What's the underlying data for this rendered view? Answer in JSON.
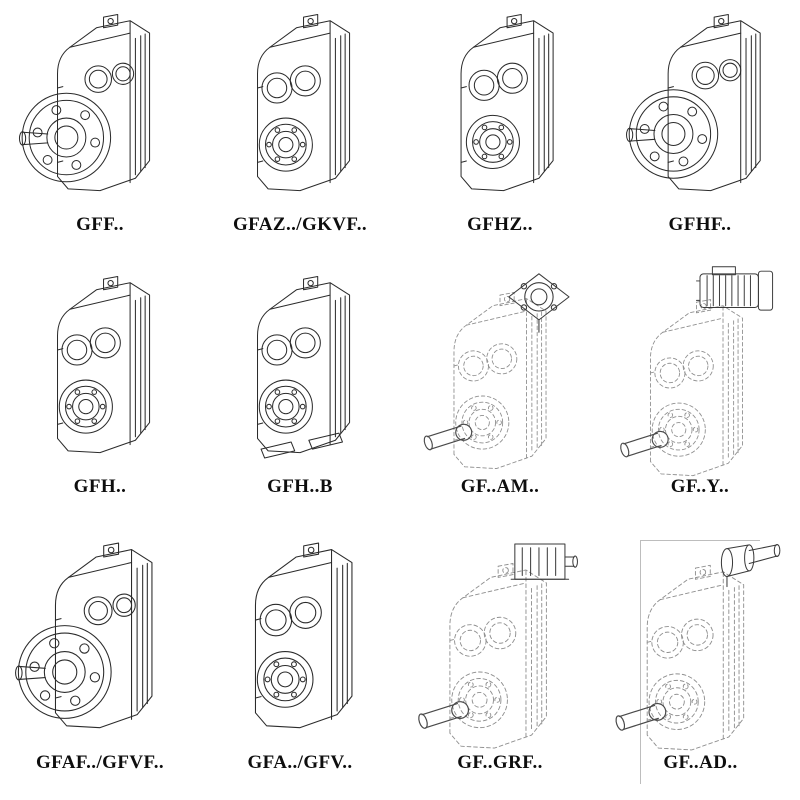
{
  "page": {
    "background": "#ffffff"
  },
  "catalog": {
    "columns": 4,
    "rows": 3,
    "line_colors": {
      "solid": "#2b2b2b",
      "phantom": "#8f8f8f",
      "attachment": "#3a3a3a"
    },
    "items": [
      {
        "label": "GFF..",
        "variant": "flange-output-solid"
      },
      {
        "label": "GFAZ../GKVF..",
        "variant": "hollow-shaft-solid"
      },
      {
        "label": "GFHZ..",
        "variant": "hollow-shaft-solid"
      },
      {
        "label": "GFHF..",
        "variant": "flange-output-solid"
      },
      {
        "label": "GFH..",
        "variant": "hollow-shaft-solid"
      },
      {
        "label": "GFH..B",
        "variant": "hollow-shaft-foot-mounted"
      },
      {
        "label": "GF..AM..",
        "variant": "phantom-with-iec-adapter-flange"
      },
      {
        "label": "GF..Y..",
        "variant": "phantom-with-mounted-motor"
      },
      {
        "label": "GFAF../GFVF..",
        "variant": "flange-output-solid"
      },
      {
        "label": "GFA../GFV..",
        "variant": "hollow-shaft-solid"
      },
      {
        "label": "GF..GRF..",
        "variant": "phantom-with-gear-adapter"
      },
      {
        "label": "GF..AD..",
        "variant": "phantom-with-input-shaft-adapter"
      }
    ]
  }
}
